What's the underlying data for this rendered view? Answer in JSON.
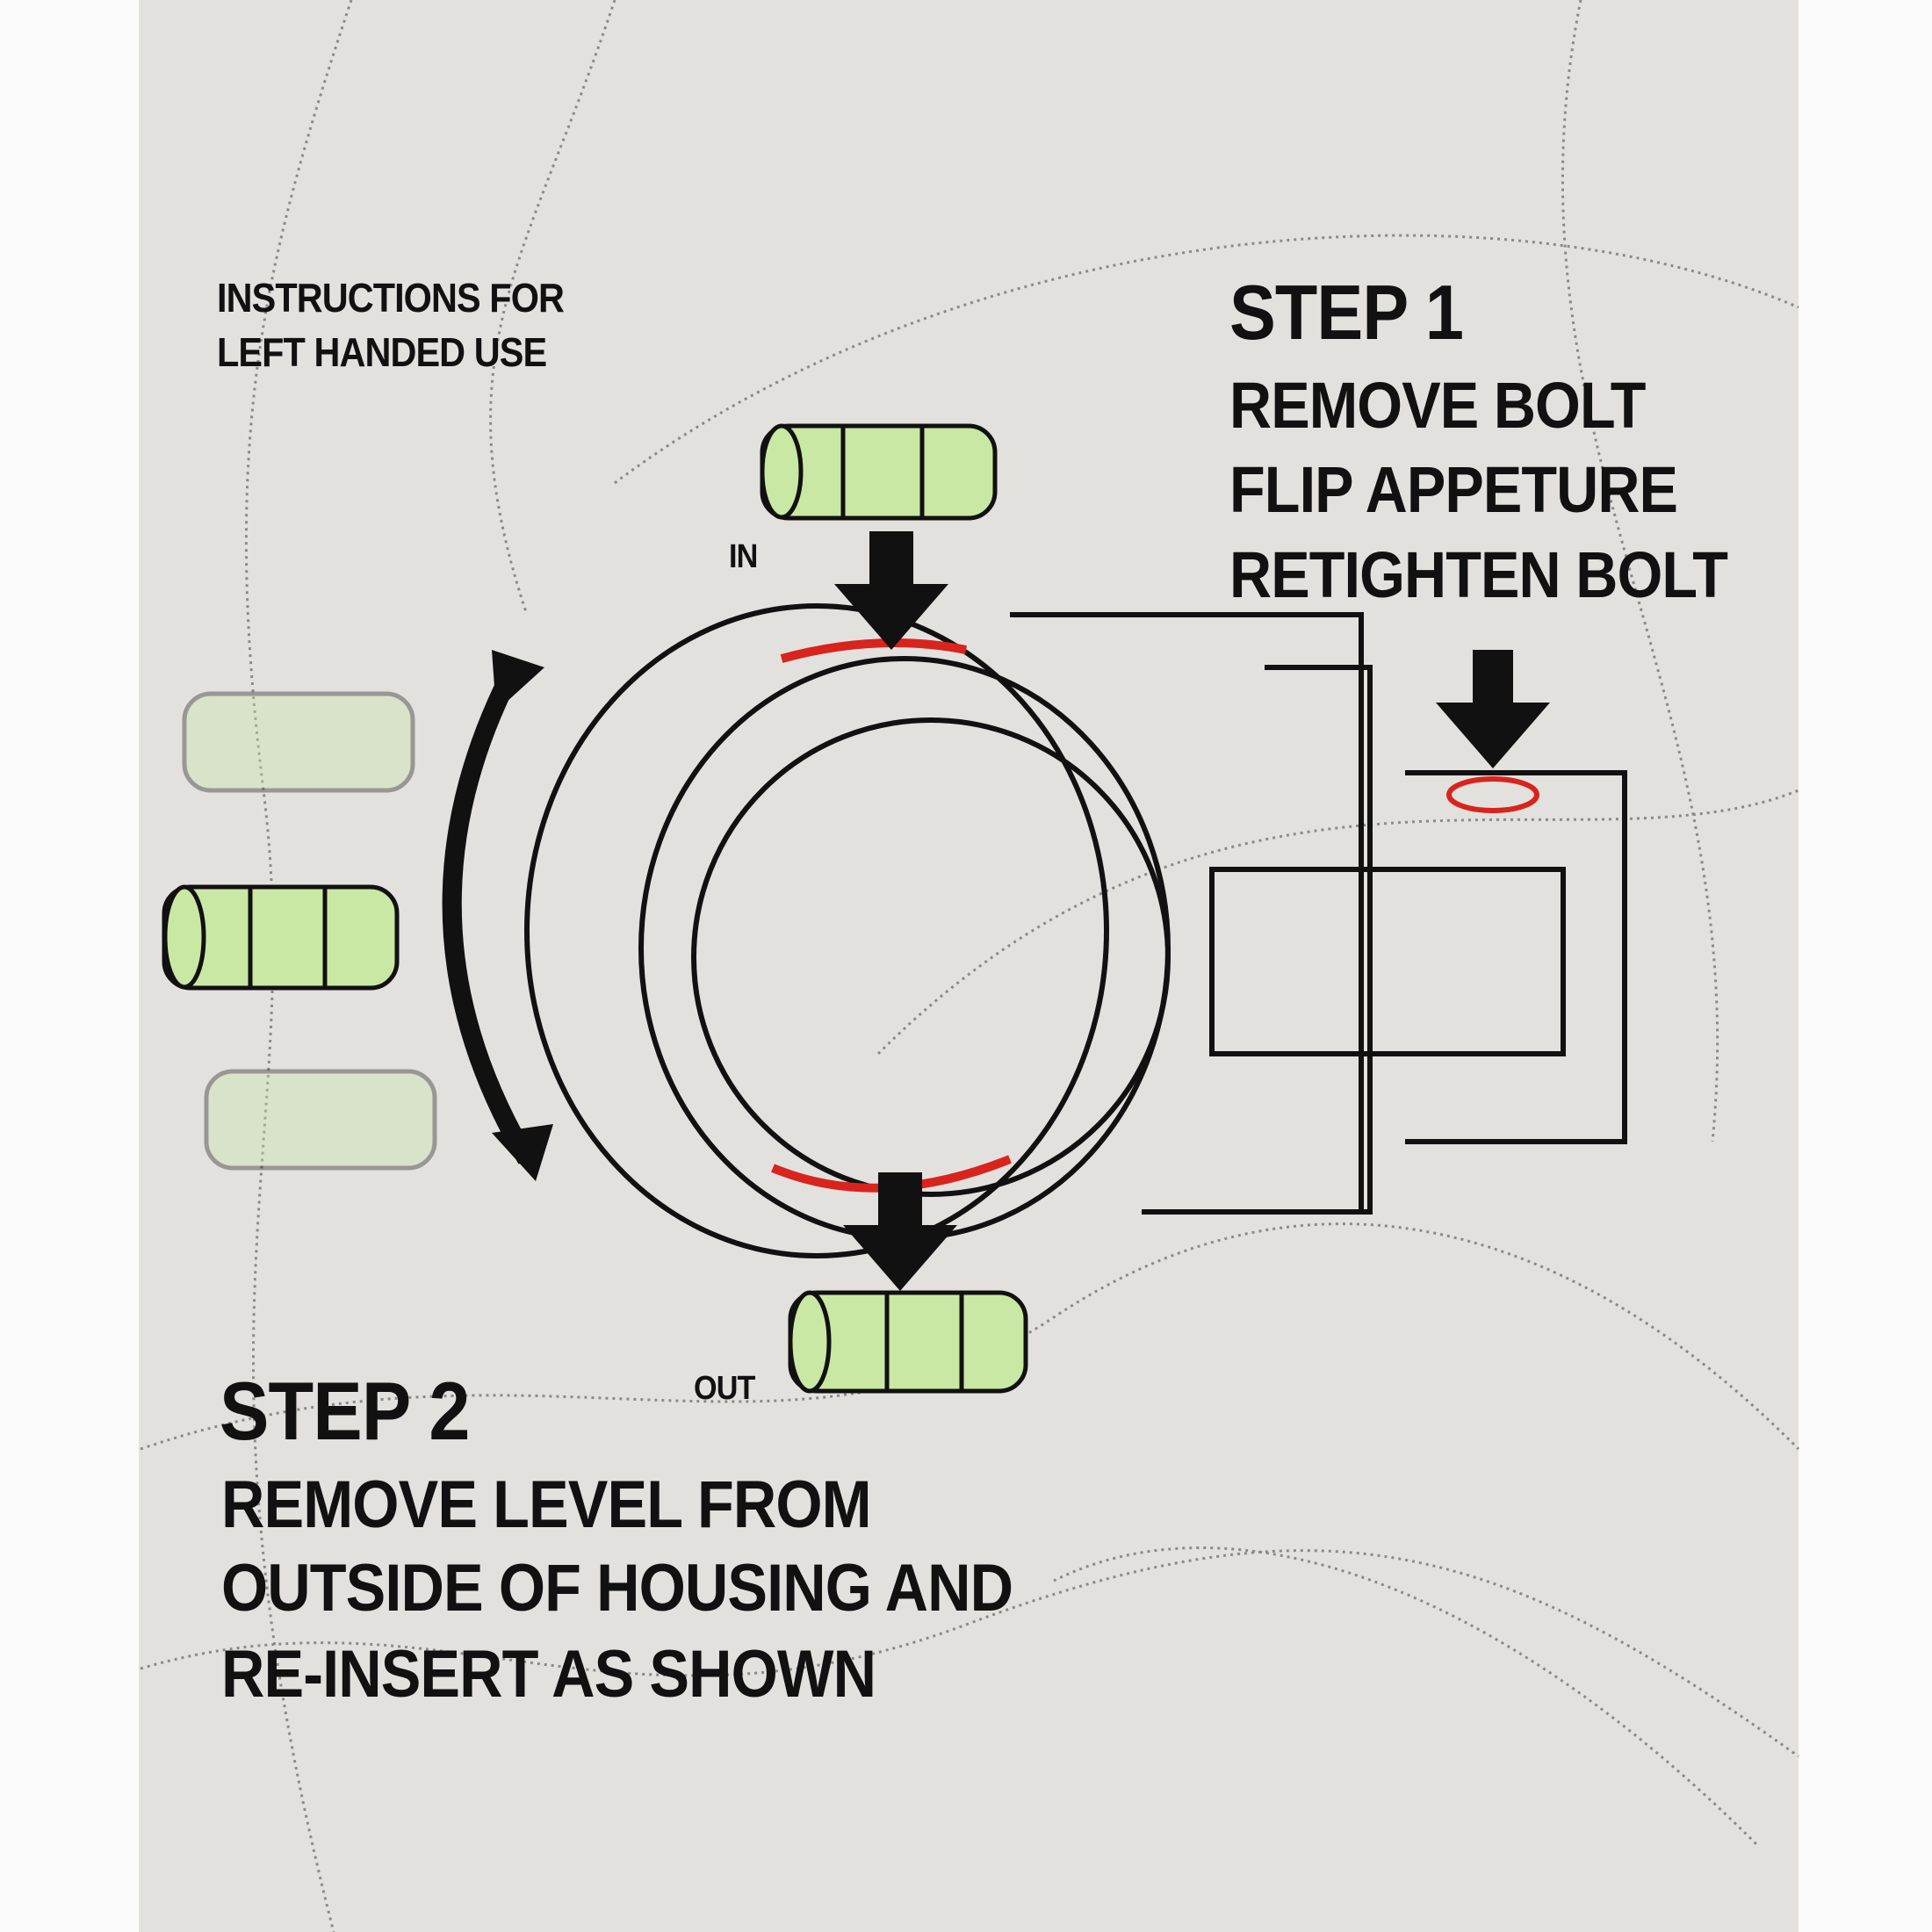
{
  "header": {
    "lines": [
      "INSTRUCTIONS FOR",
      "LEFT HANDED USE"
    ]
  },
  "step1": {
    "title": "STEP 1",
    "lines": [
      "REMOVE BOLT",
      "FLIP APPETURE",
      "RETIGHTEN BOLT"
    ]
  },
  "step2": {
    "title": "STEP 2",
    "lines": [
      "REMOVE LEVEL FROM",
      "OUTSIDE OF HOUSING AND",
      "RE-INSERT AS SHOWN"
    ]
  },
  "labels": {
    "in": "IN",
    "out": "OUT"
  },
  "colors": {
    "panel": "#e3e1de",
    "ink": "#111111",
    "level": "#c9e8a4",
    "highlight": "#d8241c",
    "contour": "#8a8a8a"
  }
}
